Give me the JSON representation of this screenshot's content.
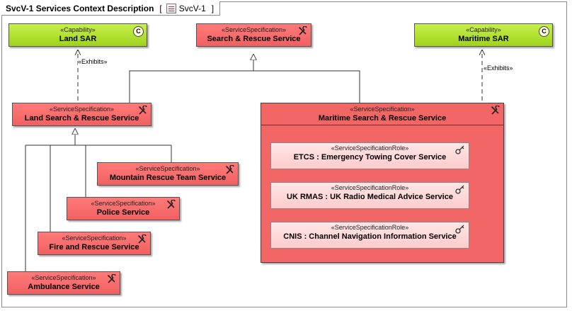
{
  "diagram": {
    "title": "SvcV-1 Services Context Description",
    "ref_label": "SvcV-1"
  },
  "capabilities": {
    "land": {
      "stereotype": "«Capability»",
      "name": "Land SAR"
    },
    "maritime": {
      "stereotype": "«Capability»",
      "name": "Maritime SAR"
    }
  },
  "services": {
    "search_rescue": {
      "stereotype": "«ServiceSpecification»",
      "name": "Search & Rescue Service"
    },
    "land_sr": {
      "stereotype": "«ServiceSpecification»",
      "name": "Land Search & Rescue Service"
    },
    "maritime_sr": {
      "stereotype": "«ServiceSpecification»",
      "name": "Maritime Search & Rescue Service"
    },
    "mountain": {
      "stereotype": "«ServiceSpecification»",
      "name": "Mountain Rescue Team Service"
    },
    "police": {
      "stereotype": "«ServiceSpecification»",
      "name": "Police Service"
    },
    "fire": {
      "stereotype": "«ServiceSpecification»",
      "name": "Fire and Rescue Service"
    },
    "ambulance": {
      "stereotype": "«ServiceSpecification»",
      "name": "Ambulance Service"
    }
  },
  "roles": [
    {
      "stereotype": "«ServiceSpecificationRole»",
      "name": "ETCS : Emergency Towing Cover Service"
    },
    {
      "stereotype": "«ServiceSpecificationRole»",
      "name": "UK RMAS : UK Radio Medical Advice Service"
    },
    {
      "stereotype": "«ServiceSpecificationRole»",
      "name": "CNIS : Channel Navigation Information Service"
    }
  ],
  "relations": {
    "exhibits_left": "«Exhibits»",
    "exhibits_right": "«Exhibits»"
  },
  "icons": {
    "service": "wrench-screwdriver-icon",
    "capability": "capability-c-icon",
    "role": "role-key-icon",
    "diagram": "diagram-icon"
  },
  "colors": {
    "service_fill": "#f26666",
    "capability_fill": "#b4e12e",
    "role_fill": "#ffd6d6"
  }
}
